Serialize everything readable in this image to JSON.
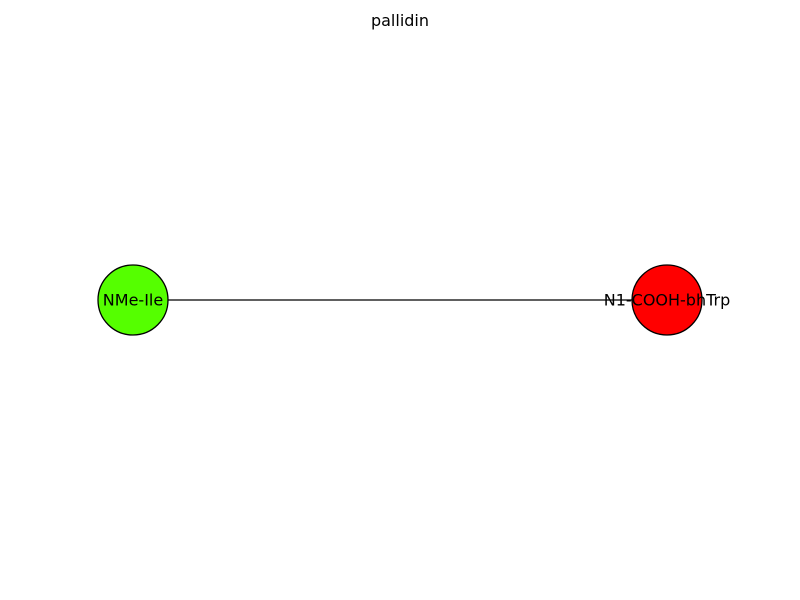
{
  "title": "pallidin",
  "nodes": [
    {
      "id": "nmeile",
      "label": "NMe-Ile",
      "color": "#55ff00"
    },
    {
      "id": "n1coohbhtrp",
      "label": "N1-COOH-bhTrp",
      "color": "#ff0000"
    }
  ],
  "edges": [
    {
      "source": "nmeile",
      "target": "n1coohbhtrp"
    }
  ],
  "style": {
    "node_stroke": "#000000",
    "edge_color": "#000000"
  }
}
